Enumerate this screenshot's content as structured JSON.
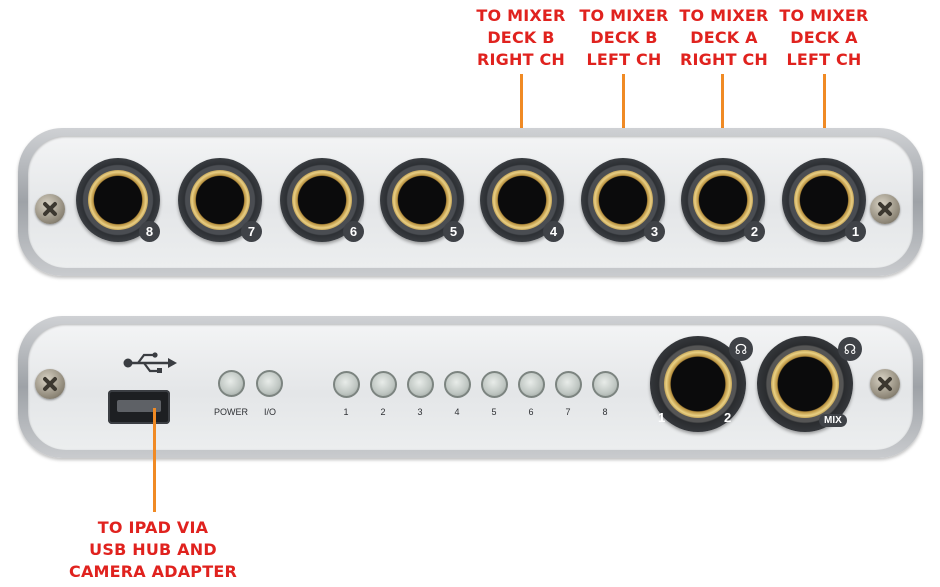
{
  "callouts": {
    "top": [
      {
        "lines": [
          "TO MIXER",
          "DECK B",
          "RIGHT CH"
        ]
      },
      {
        "lines": [
          "TO MIXER",
          "DECK B",
          "LEFT CH"
        ]
      },
      {
        "lines": [
          "TO MIXER",
          "DECK A",
          "RIGHT CH"
        ]
      },
      {
        "lines": [
          "TO MIXER",
          "DECK A",
          "LEFT CH"
        ]
      }
    ],
    "bottom": {
      "lines": [
        "TO IPAD VIA",
        "USB HUB AND",
        "CAMERA ADAPTER"
      ]
    }
  },
  "colors": {
    "callout_text": "#e0221e",
    "leader_line": "#f08a24"
  },
  "top_panel": {
    "jacks": [
      {
        "number": "8"
      },
      {
        "number": "7"
      },
      {
        "number": "6"
      },
      {
        "number": "5"
      },
      {
        "number": "4"
      },
      {
        "number": "3"
      },
      {
        "number": "2"
      },
      {
        "number": "1"
      }
    ]
  },
  "bottom_panel": {
    "led_labels": {
      "power": "POWER",
      "io": "I/O"
    },
    "channel_leds": [
      "1",
      "2",
      "3",
      "4",
      "5",
      "6",
      "7",
      "8"
    ],
    "headphone_outputs": [
      {
        "left_label": "1",
        "right_label": "2",
        "icon": "headphone-icon"
      },
      {
        "badge": "MIX",
        "icon": "headphone-icon"
      }
    ],
    "usb_icon": "usb-icon"
  }
}
